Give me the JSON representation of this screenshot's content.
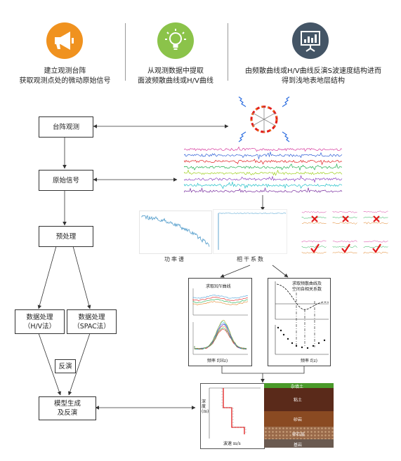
{
  "header": {
    "step1": {
      "icon": "megaphone-icon",
      "color": "#f0921f",
      "line1": "建立观测台阵",
      "line2": "获取观测点处的微动原始信号"
    },
    "step2": {
      "icon": "lightbulb-icon",
      "color": "#8bc34a",
      "line1": "从观测数据中提取",
      "line2": "面波频散曲线或H/V曲线"
    },
    "step3": {
      "icon": "presentation-board-icon",
      "color": "#445566",
      "line1": "由频散曲线或H/V曲线反演S波速度结构进而",
      "line2": "得到浅地表地层结构"
    }
  },
  "flow": {
    "array_obs": "台阵观测",
    "raw_signal": "原始信号",
    "preprocess": "预处理",
    "hv_line1": "数据处理",
    "hv_line2": "（H/V法）",
    "spac_line1": "数据处理",
    "spac_line2": "（SPAC法）",
    "inversion_label": "反演",
    "model_line1": "模型生成",
    "model_line2": "及反演"
  },
  "figures": {
    "power_spectrum": "功率谱",
    "coherence": "相干系数",
    "hv_title": "求取H/V曲线",
    "spac_title_1": "求取频散曲线及",
    "spac_title_2": "空间自相关系数",
    "freq_label": "频率 f(Hz)",
    "freq_label2": "频率 f(z)",
    "velocity_label": "波速 m/s",
    "depth_label": "深度(m)",
    "strata": [
      "杂填土",
      "粘土",
      "砂岩",
      "卵石层",
      "基岩"
    ]
  },
  "colors": {
    "trace_colors": [
      "#d63b9e",
      "#2f5fd6",
      "#e02020",
      "#20b050",
      "#a0d020",
      "#8a40c0",
      "#20c0c8",
      "#7a30a0"
    ],
    "accent_red": "#e21b1b"
  }
}
